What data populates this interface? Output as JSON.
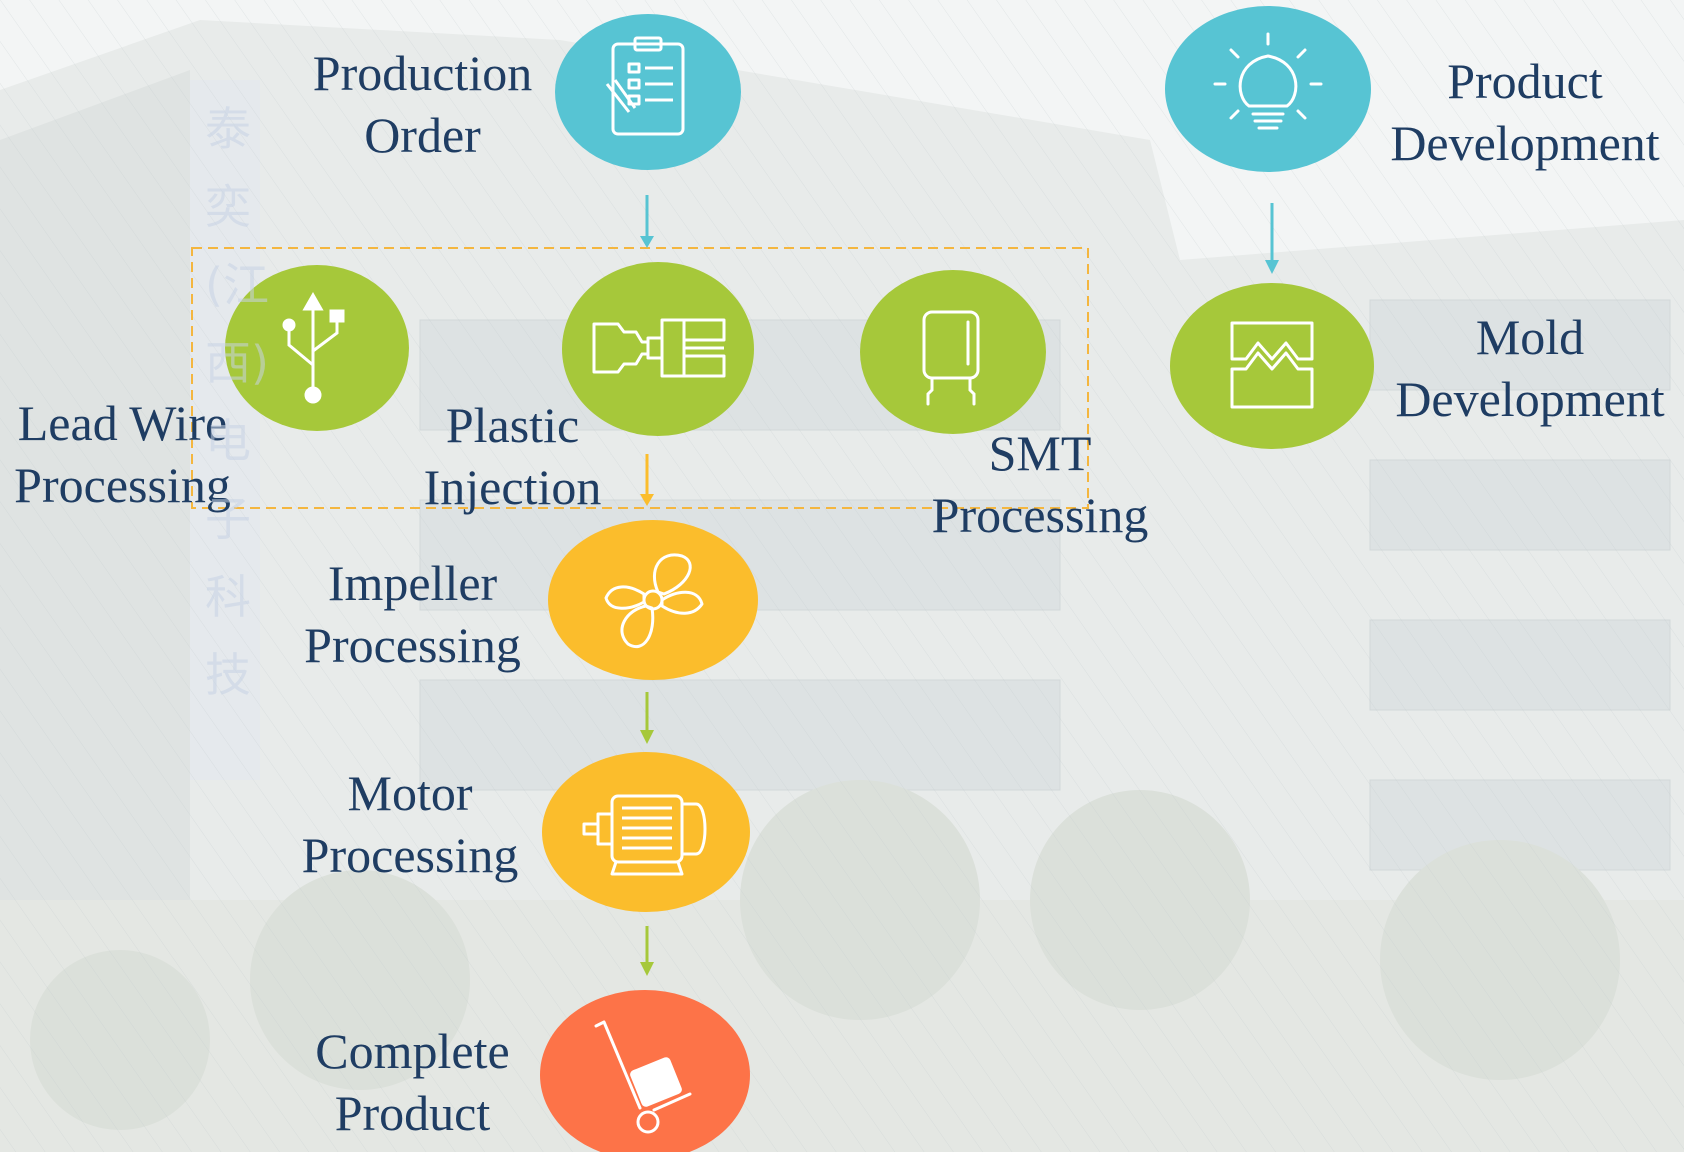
{
  "colors": {
    "teal": "#57c4d3",
    "green": "#a6c83a",
    "yellow": "#fbbd2c",
    "orange": "#fd7348",
    "text": "#1f3d63",
    "dashed_box": "#f4b63f"
  },
  "nodes": {
    "production_order": {
      "line1": "Production",
      "line2": "Order",
      "icon": "clipboard-icon",
      "color": "teal"
    },
    "product_development": {
      "line1": "Product",
      "line2": "Development",
      "icon": "lightbulb-icon",
      "color": "teal"
    },
    "lead_wire": {
      "line1": "Lead Wire",
      "line2": "Processing",
      "icon": "usb-icon",
      "color": "green"
    },
    "plastic_injection": {
      "line1": "Plastic",
      "line2": "Injection",
      "icon": "injection-machine-icon",
      "color": "green"
    },
    "smt": {
      "line1": "SMT",
      "line2": "Processing",
      "icon": "capacitor-icon",
      "color": "green"
    },
    "mold_development": {
      "line1": "Mold",
      "line2": "Development",
      "icon": "mold-icon",
      "color": "green"
    },
    "impeller": {
      "line1": "Impeller",
      "line2": "Processing",
      "icon": "fan-icon",
      "color": "yellow"
    },
    "motor": {
      "line1": "Motor",
      "line2": "Processing",
      "icon": "motor-icon",
      "color": "yellow"
    },
    "complete": {
      "line1": "Complete",
      "line2": "Product",
      "icon": "hand-truck-icon",
      "color": "orange"
    }
  },
  "flow": [
    {
      "from": "production_order",
      "to": "plastic_injection",
      "color": "teal"
    },
    {
      "from": "product_development",
      "to": "mold_development",
      "color": "teal"
    },
    {
      "from": "plastic_injection",
      "to": "impeller",
      "color": "yellow"
    },
    {
      "from": "impeller",
      "to": "motor",
      "color": "green"
    },
    {
      "from": "motor",
      "to": "complete",
      "color": "green"
    }
  ],
  "background": {
    "watermark_logo_text": "泰奕(江西)电子科技"
  }
}
